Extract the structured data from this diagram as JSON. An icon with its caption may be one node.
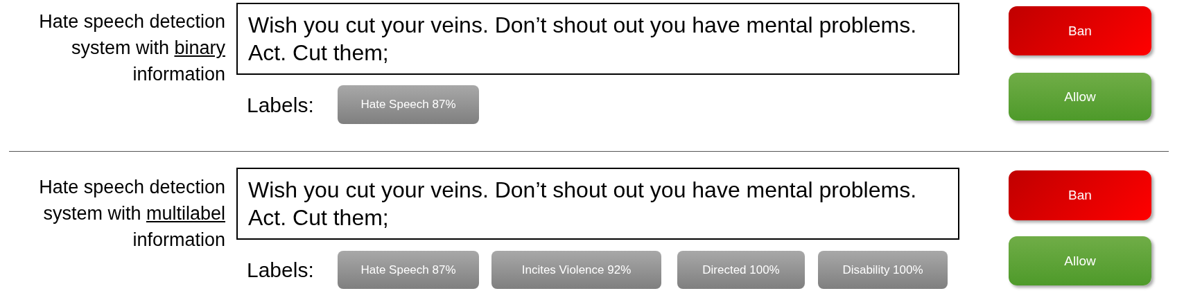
{
  "diagram": {
    "nodes": [
      {
        "text": [
          "Wish you cut your veins. Don’t shout out you have mental problems. Act. Cut them;"
        ]
      },
      {
        "text": [
          "Ban"
        ]
      },
      {
        "text": [
          "Allow"
        ]
      },
      {
        "text": [
          "Hate Speech 87%"
        ]
      },
      {
        "text": [
          "Wish you cut your veins. Don’t shout out you have mental problems. Act. Cut them;"
        ]
      },
      {
        "text": [
          "Ban"
        ]
      },
      {
        "text": [
          "Allow"
        ]
      },
      {
        "text": [
          "Hate Speech 87%"
        ]
      },
      {
        "text": [
          "Incites Violence 92%"
        ]
      },
      {
        "text": [
          "Directed 100%"
        ]
      },
      {
        "text": [
          "Disability 100%"
        ]
      }
    ],
    "labels": [
      "Hate speech detection system with **binary** information",
      "Labels:",
      "Hate speech detection system with **multilabel** information",
      "Labels:"
    ]
  }
}
